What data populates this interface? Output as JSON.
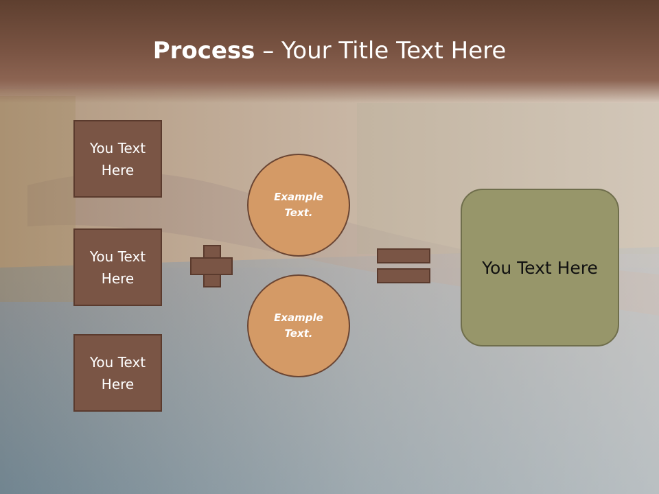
{
  "title": {
    "bold": "Process",
    "rest": " – Your Title Text Here"
  },
  "boxes": [
    {
      "label": "You Text\nHere"
    },
    {
      "label": "You Text\nHere"
    },
    {
      "label": "You Text\nHere"
    }
  ],
  "circles": [
    {
      "label": "Example\nText."
    },
    {
      "label": "Example\nText."
    }
  ],
  "result": {
    "label": "You Text Here"
  },
  "colors": {
    "box": "#7a5545",
    "circle": "#d49a66",
    "result": "#97966a",
    "title_bar": "#6b4736"
  }
}
